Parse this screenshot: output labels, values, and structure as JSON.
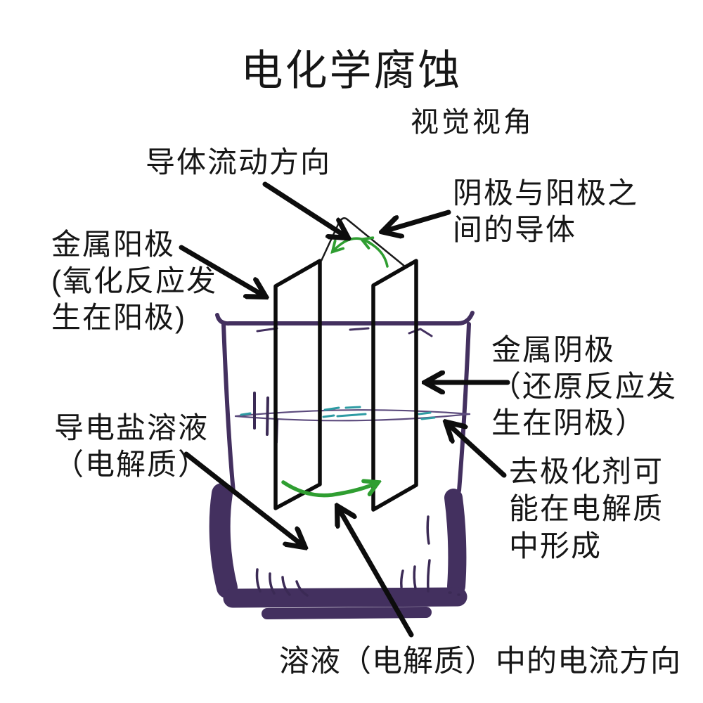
{
  "title": "电化学腐蚀",
  "subtitle": "视觉视角",
  "labels": {
    "conductor_flow": {
      "lines": [
        "导体流动方向"
      ]
    },
    "conductor_between": {
      "lines": [
        "阴极与阳极之",
        "间的导体"
      ]
    },
    "anode": {
      "lines": [
        "金属阳极",
        "(氧化反应发",
        "生在阳极)"
      ]
    },
    "cathode": {
      "lines": [
        "金属阴极",
        "（还原反应发",
        "生在阴极）"
      ]
    },
    "electrolyte": {
      "lines": [
        "导电盐溶液",
        "（电解质）"
      ]
    },
    "depolarizer": {
      "lines": [
        "去极化剂可",
        "能在电解质",
        "中形成"
      ]
    },
    "current_direction": {
      "lines": [
        "溶液（电解质）中的电流方向"
      ]
    }
  },
  "colors": {
    "ink": "#161616",
    "arrow": "#0d0d0d",
    "green": "#2f9e31",
    "beaker_purple": "#43305f",
    "water_teal": "#2e9ba3",
    "tick": "#3b2a55"
  }
}
